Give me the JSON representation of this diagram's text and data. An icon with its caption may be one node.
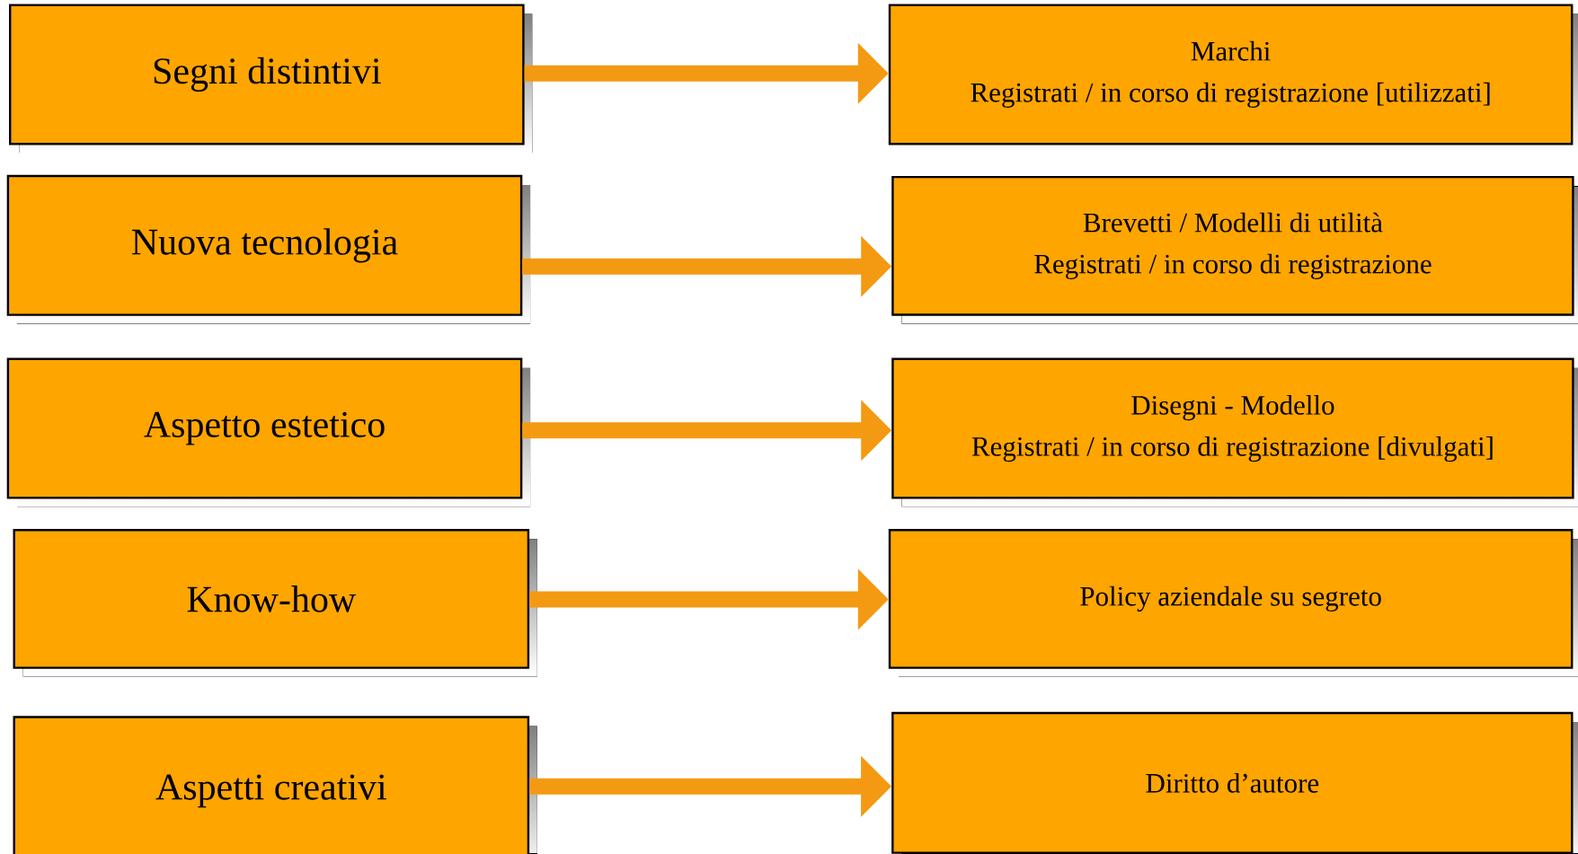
{
  "diagram": {
    "nodes": [
      {
        "text": [
          "Segni distintivi"
        ]
      },
      {
        "text": [
          "Nuova tecnologia"
        ]
      },
      {
        "text": [
          "Aspetto estetico"
        ]
      },
      {
        "text": [
          "Know-how"
        ]
      },
      {
        "text": [
          "Aspetti creativi"
        ]
      },
      {
        "text": [
          "Marchi",
          "Registrati / in corso di registrazione [utilizzati]"
        ]
      },
      {
        "text": [
          "Brevetti / Modelli di utilità",
          "Registrati / in corso di registrazione"
        ]
      },
      {
        "text": [
          "Disegni - Modello",
          "Registrati / in corso di registrazione [divulgati]"
        ]
      },
      {
        "text": [
          "Policy aziendale su segreto"
        ]
      },
      {
        "text": [
          "Diritto d’autore"
        ]
      }
    ],
    "edges": [
      {
        "from": 0,
        "to": 5,
        "arrow": "to"
      },
      {
        "from": 1,
        "to": 6,
        "arrow": "to"
      },
      {
        "from": 2,
        "to": 7,
        "arrow": "to"
      },
      {
        "from": 3,
        "to": 8,
        "arrow": "to"
      },
      {
        "from": 4,
        "to": 9,
        "arrow": "to"
      }
    ]
  }
}
